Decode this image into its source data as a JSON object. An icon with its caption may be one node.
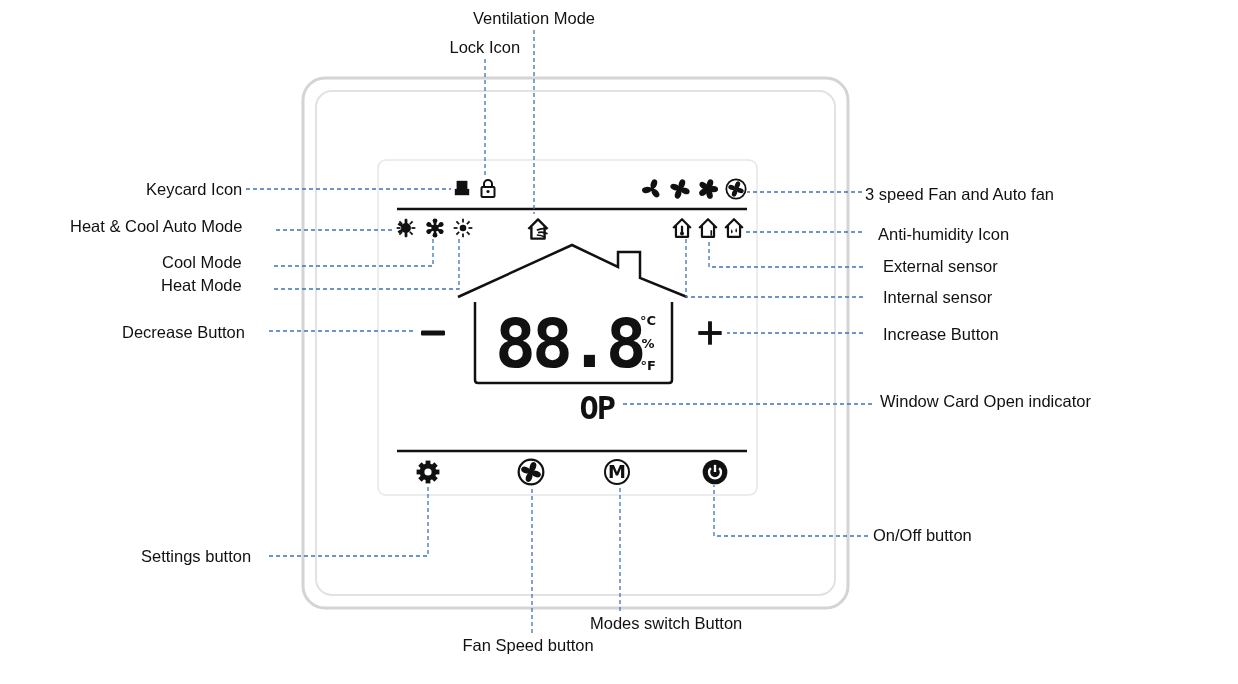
{
  "diagram": {
    "nodes": [
      {
        "text": [
          "Ventilation Mode"
        ]
      },
      {
        "text": [
          "Lock Icon"
        ]
      },
      {
        "text": [
          "Keycard Icon"
        ]
      },
      {
        "text": [
          "Heat & Cool Auto Mode"
        ]
      },
      {
        "text": [
          "Cool Mode"
        ]
      },
      {
        "text": [
          "Heat Mode"
        ]
      },
      {
        "text": [
          "Decrease Button"
        ]
      },
      {
        "text": [
          "Settings button"
        ]
      },
      {
        "text": [
          "Fan Speed button"
        ]
      },
      {
        "text": [
          "Modes switch Button"
        ]
      },
      {
        "text": [
          "3 speed Fan and Auto fan"
        ]
      },
      {
        "text": [
          "Anti-humidity Icon"
        ]
      },
      {
        "text": [
          "External sensor"
        ]
      },
      {
        "text": [
          "Internal sensor"
        ]
      },
      {
        "text": [
          "Increase Button"
        ]
      },
      {
        "text": [
          "Window Card Open indicator"
        ]
      },
      {
        "text": [
          "On/Off button"
        ]
      },
      {
        "text": [],
        "shape": "card"
      },
      {
        "text": [],
        "shape": "lock"
      },
      {
        "text": [],
        "shape": "house"
      },
      {
        "text": [],
        "shape": "sun"
      },
      {
        "text": [],
        "shape": "snowflake"
      },
      {
        "text": [],
        "shape": "sun"
      },
      {
        "text": [],
        "shape": "fan"
      },
      {
        "text": [],
        "shape": "house"
      },
      {
        "text": [],
        "shape": "house"
      },
      {
        "text": [],
        "shape": "house"
      },
      {
        "text": [],
        "shape": "minus"
      },
      {
        "text": [],
        "shape": "plus"
      },
      {
        "text": [
          "OP"
        ]
      },
      {
        "text": [],
        "shape": "gear"
      },
      {
        "text": [],
        "shape": "fan"
      },
      {
        "text": [
          "M"
        ]
      },
      {
        "text": [],
        "shape": "power"
      }
    ],
    "edges": [
      {
        "from": 0,
        "to": 19,
        "arrow": "none"
      },
      {
        "from": 1,
        "to": 18,
        "arrow": "none"
      },
      {
        "from": 2,
        "to": 17,
        "arrow": "none"
      },
      {
        "from": 3,
        "to": 20,
        "arrow": "none"
      },
      {
        "from": 4,
        "to": 21,
        "arrow": "none"
      },
      {
        "from": 5,
        "to": 22,
        "arrow": "none"
      },
      {
        "from": 6,
        "to": 27,
        "arrow": "none"
      },
      {
        "from": 7,
        "to": 30,
        "arrow": "none"
      },
      {
        "from": 8,
        "to": 31,
        "arrow": "none"
      },
      {
        "from": 9,
        "to": 32,
        "arrow": "none"
      },
      {
        "from": 10,
        "to": 23,
        "arrow": "none"
      },
      {
        "from": 11,
        "to": 26,
        "arrow": "none"
      },
      {
        "from": 12,
        "to": 25,
        "arrow": "none"
      },
      {
        "from": 13,
        "to": 24,
        "arrow": "none"
      },
      {
        "from": 14,
        "to": 28,
        "arrow": "none"
      },
      {
        "from": 15,
        "to": 29,
        "arrow": "none"
      },
      {
        "from": 16,
        "to": 33,
        "arrow": "none"
      }
    ],
    "labels": [
      "88.8",
      "°C",
      "%",
      "°F"
    ]
  }
}
